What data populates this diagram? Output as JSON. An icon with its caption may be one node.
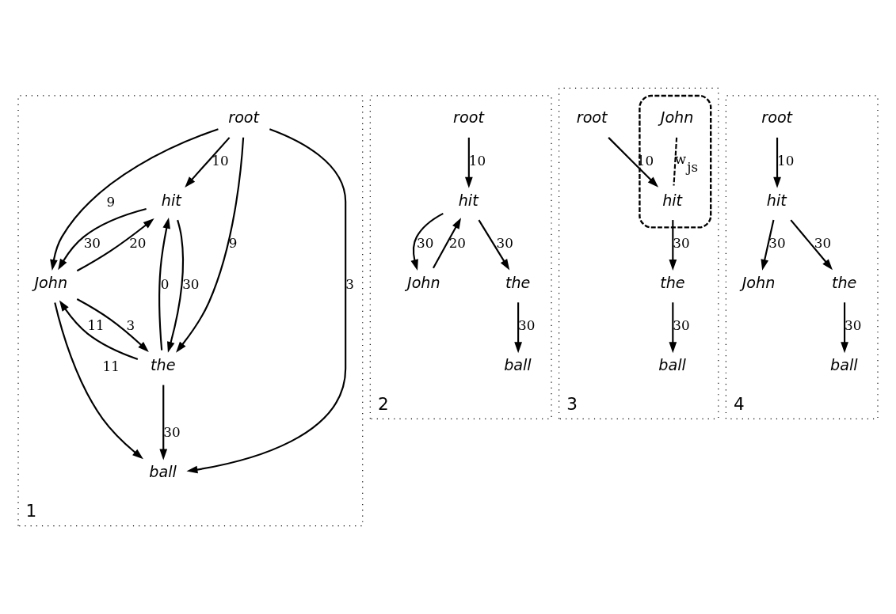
{
  "diagram": {
    "nodes": [
      {
        "text": [
          "1"
        ]
      },
      {
        "text": [
          "root"
        ],
        "in": 0
      },
      {
        "text": [
          "hit"
        ],
        "in": 0
      },
      {
        "text": [
          "John"
        ],
        "in": 0
      },
      {
        "text": [
          "the"
        ],
        "in": 0
      },
      {
        "text": [
          "ball"
        ],
        "in": 0
      },
      {
        "text": [
          "2"
        ]
      },
      {
        "text": [
          "root"
        ],
        "in": 6
      },
      {
        "text": [
          "hit"
        ],
        "in": 6
      },
      {
        "text": [
          "John"
        ],
        "in": 6
      },
      {
        "text": [
          "the"
        ],
        "in": 6
      },
      {
        "text": [
          "ball"
        ],
        "in": 6
      },
      {
        "text": [
          "3"
        ]
      },
      {
        "text": [
          "root"
        ],
        "in": 12
      },
      {
        "text": [],
        "shape": "box",
        "in": 12
      },
      {
        "text": [
          "hit"
        ],
        "in": 14
      },
      {
        "text": [
          "John"
        ],
        "in": 14
      },
      {
        "text": [
          "the"
        ],
        "in": 12
      },
      {
        "text": [
          "ball"
        ],
        "in": 12
      },
      {
        "text": [
          "4"
        ]
      },
      {
        "text": [
          "root"
        ],
        "in": 19
      },
      {
        "text": [
          "hit"
        ],
        "in": 19
      },
      {
        "text": [
          "John"
        ],
        "in": 19
      },
      {
        "text": [
          "the"
        ],
        "in": 19
      },
      {
        "text": [
          "ball"
        ],
        "in": 19
      }
    ],
    "edges": [
      {
        "from": 1,
        "to": 2,
        "arrow": "to",
        "label": "10"
      },
      {
        "from": 1,
        "to": 4,
        "arrow": "to",
        "label": "9"
      },
      {
        "from": 1,
        "to": 5,
        "arrow": "to",
        "label": "3"
      },
      {
        "from": 1,
        "to": 3,
        "arrow": "to",
        "label": "9"
      },
      {
        "from": 3,
        "to": 2,
        "arrow": "to",
        "label": "20"
      },
      {
        "from": 2,
        "to": 4,
        "arrow": "to",
        "label": "30"
      },
      {
        "from": 2,
        "to": 3,
        "arrow": "to",
        "label": "30"
      },
      {
        "from": 4,
        "to": 2,
        "arrow": "to",
        "label": "0"
      },
      {
        "from": 4,
        "to": 3,
        "arrow": "to",
        "label": "11"
      },
      {
        "from": 3,
        "to": 5,
        "arrow": "to",
        "label": "11"
      },
      {
        "from": 3,
        "to": 4,
        "arrow": "to",
        "label": "3"
      },
      {
        "from": 4,
        "to": 5,
        "arrow": "to",
        "label": "30"
      },
      {
        "from": 7,
        "to": 8,
        "arrow": "to",
        "label": "10"
      },
      {
        "from": 9,
        "to": 8,
        "arrow": "to",
        "label": "20"
      },
      {
        "from": 8,
        "to": 10,
        "arrow": "to",
        "label": "30"
      },
      {
        "from": 8,
        "to": 9,
        "arrow": "to",
        "label": "30"
      },
      {
        "from": 10,
        "to": 11,
        "arrow": "to",
        "label": "30"
      },
      {
        "from": 13,
        "to": 15,
        "arrow": "to",
        "label": "10"
      },
      {
        "from": 15,
        "to": 17,
        "arrow": "to",
        "label": "30"
      },
      {
        "from": 16,
        "to": 15,
        "arrow": "none",
        "label": "w$_{js}$",
        "style": "dashed"
      },
      {
        "from": 17,
        "to": 18,
        "arrow": "to",
        "label": "30"
      },
      {
        "from": 20,
        "to": 21,
        "arrow": "to",
        "label": "10"
      },
      {
        "from": 21,
        "to": 22,
        "arrow": "to",
        "label": "30"
      },
      {
        "from": 21,
        "to": 23,
        "arrow": "to",
        "label": "30"
      },
      {
        "from": 23,
        "to": 24,
        "arrow": "to",
        "label": "30"
      }
    ]
  }
}
